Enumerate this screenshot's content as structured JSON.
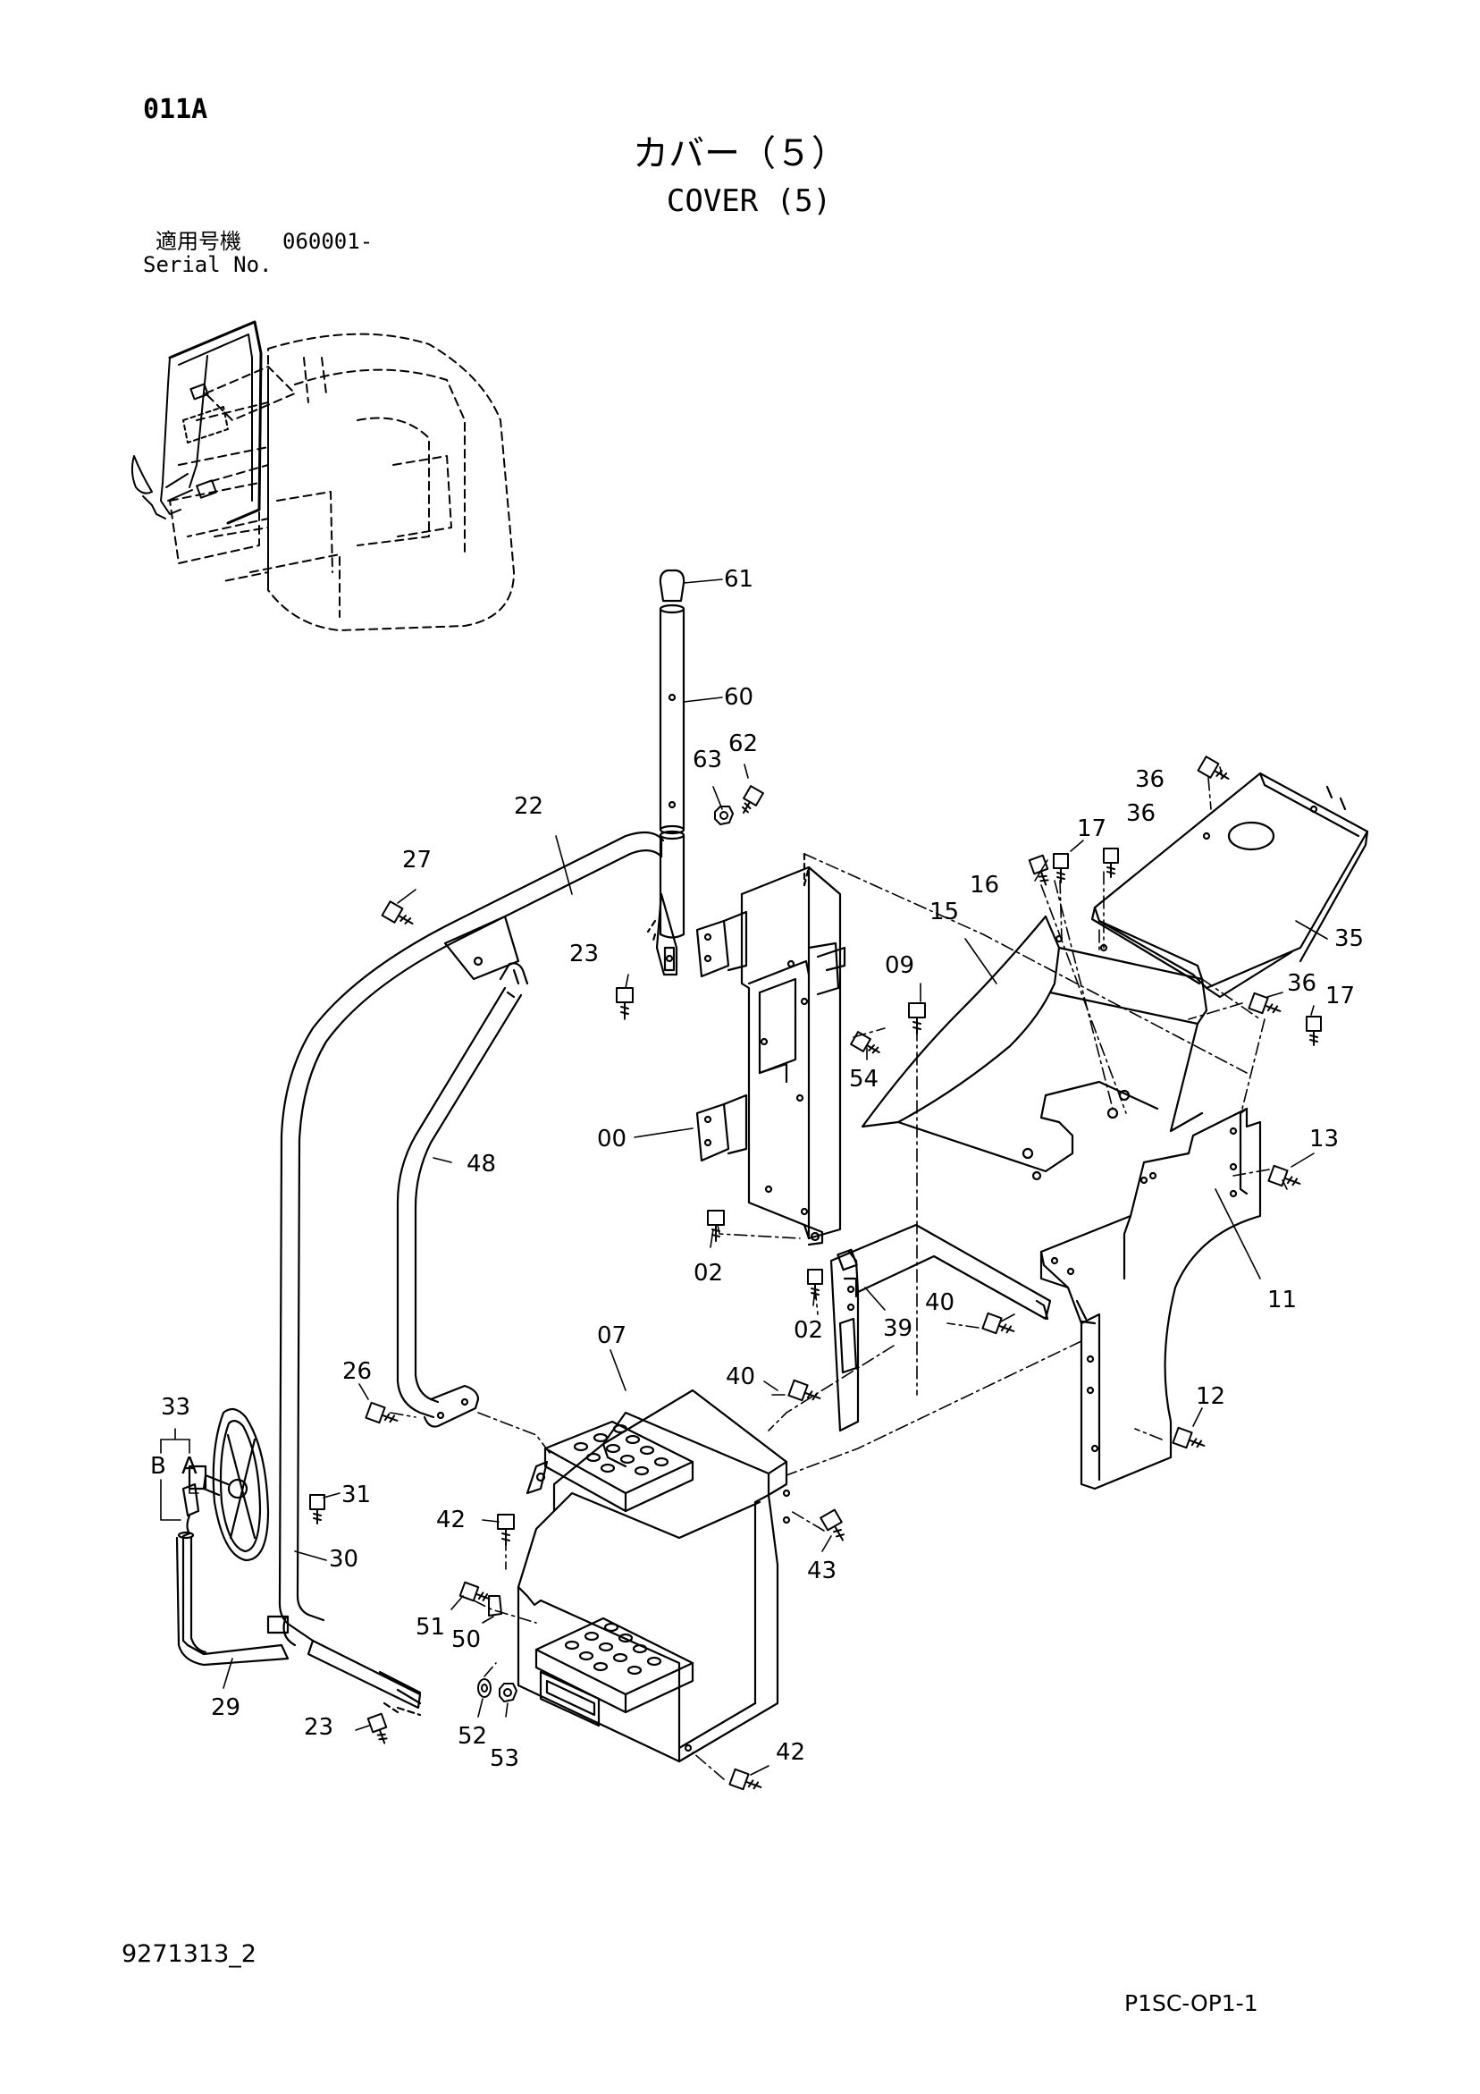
{
  "header": {
    "page_id": "011A",
    "title_jp": "カバー（５）",
    "title_en": "COVER (5)",
    "serial_label_jp": "適用号機",
    "serial_value": "060001-",
    "serial_label_en": "Serial No."
  },
  "footer": {
    "drawing_number": "9271313_2",
    "sheet_code": "P1SC-OP1-1"
  },
  "diagram": {
    "group_33": {
      "label": "33",
      "sub_b": "B",
      "sub_a": "A"
    },
    "callouts": [
      "61",
      "60",
      "62",
      "63",
      "22",
      "27",
      "23",
      "36",
      "17",
      "36",
      "16",
      "15",
      "09",
      "35",
      "36",
      "17",
      "54",
      "13",
      "00",
      "48",
      "02",
      "02",
      "39",
      "40",
      "11",
      "07",
      "26",
      "40",
      "12",
      "31",
      "42",
      "30",
      "43",
      "51",
      "50",
      "29",
      "23",
      "52",
      "53",
      "42"
    ]
  }
}
